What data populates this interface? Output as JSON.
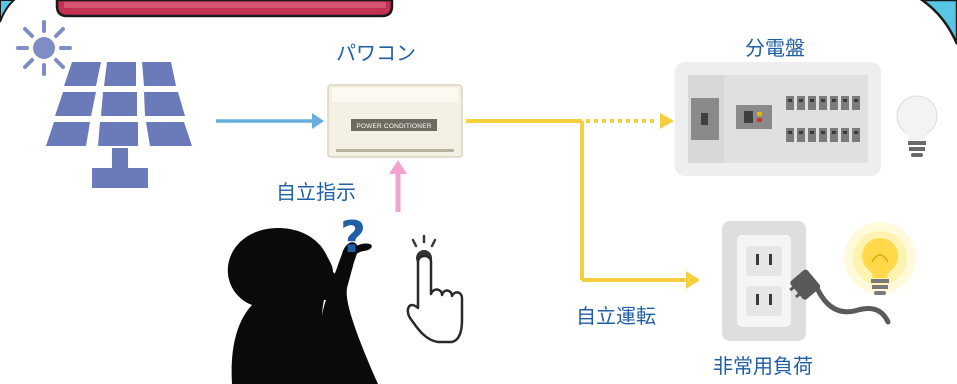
{
  "labels": {
    "power_conditioner": "パワコン",
    "distribution_board": "分電盤",
    "self_reliance_instruction": "自立指示",
    "self_reliance_operation": "自立運転",
    "emergency_load": "非常用負荷",
    "conditioner_plate": "POWER CONDITIONER",
    "question_mark": "?"
  },
  "colors": {
    "label_blue": "#1f5fa6",
    "solar_panel": "#6b7ab8",
    "arrow_blue": "#6aaee0",
    "arrow_pink": "#f2a2cf",
    "wire_yellow": "#f7cf3c",
    "banner_red": "#c2314f",
    "frame_cyan": "#58c7e6"
  },
  "icons": [
    "sun-icon",
    "solar-panel-icon",
    "power-conditioner-icon",
    "distribution-board-icon",
    "light-bulb-off-icon",
    "outlet-icon",
    "plug-icon",
    "light-bulb-on-icon",
    "thinking-person-icon",
    "pointing-hand-icon"
  ]
}
